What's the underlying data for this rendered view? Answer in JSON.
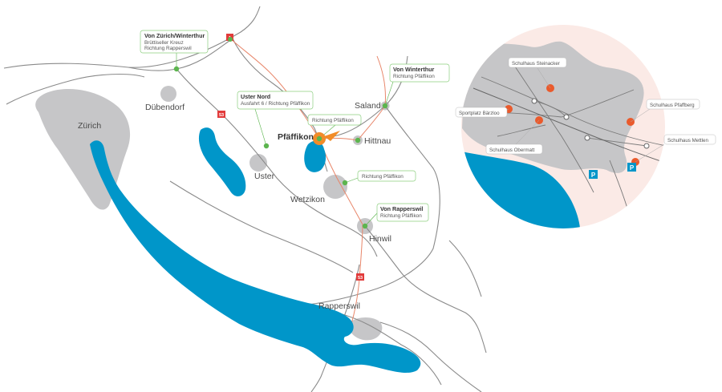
{
  "colors": {
    "water": "#0096c9",
    "urban": "#c6c6c8",
    "road": "#8a8a8a",
    "route": "#e8866a",
    "marker": "#5cb54e",
    "destination": "#f28c28",
    "school": "#ea5a2c",
    "motorway_badge": "#e23b3b",
    "inset_bg": "#fbeae6"
  },
  "cities": {
    "zurich": "Zürich",
    "dubendorf": "Dübendorf",
    "uster": "Uster",
    "pfaffikon": "Pfäffikon",
    "hittnau": "Hittnau",
    "saland": "Saland",
    "wetzikon": "Wetzikon",
    "hinwil": "Hinwil",
    "rapperswil": "Rapperswil"
  },
  "road_badges": {
    "a1": "1",
    "a53_north": "53",
    "a53_south": "53"
  },
  "callouts": {
    "from_zurich": {
      "title": "Von Zürich/Winterthur",
      "line1": "Brüttiseller Kreuz",
      "line2": "Richtung Rapperswil"
    },
    "uster_nord": {
      "title": "Uster Nord",
      "line1": "Ausfahrt 6 / Richtung Pfäffikon"
    },
    "richtung_pfaffikon_1": {
      "line1": "Richtung Pfäffikon"
    },
    "from_winterthur": {
      "title": "Von Winterthur",
      "line1": "Richtung Pfäffikon"
    },
    "richtung_pfaffikon_2": {
      "line1": "Richtung Pfäffikon"
    },
    "from_rapperswil": {
      "title": "Von Rapperswil",
      "line1": "Richtung Pfäffikon"
    }
  },
  "inset": {
    "steinacker": "Schulhaus Steinacker",
    "barzloo": "Sportplatz Bärzloo",
    "obermatt": "Schulhaus Obermatt",
    "pfaffberg": "Schulhaus Pfaffberg",
    "mettlen": "Schulhaus Mettlen",
    "parking_symbol": "P"
  }
}
